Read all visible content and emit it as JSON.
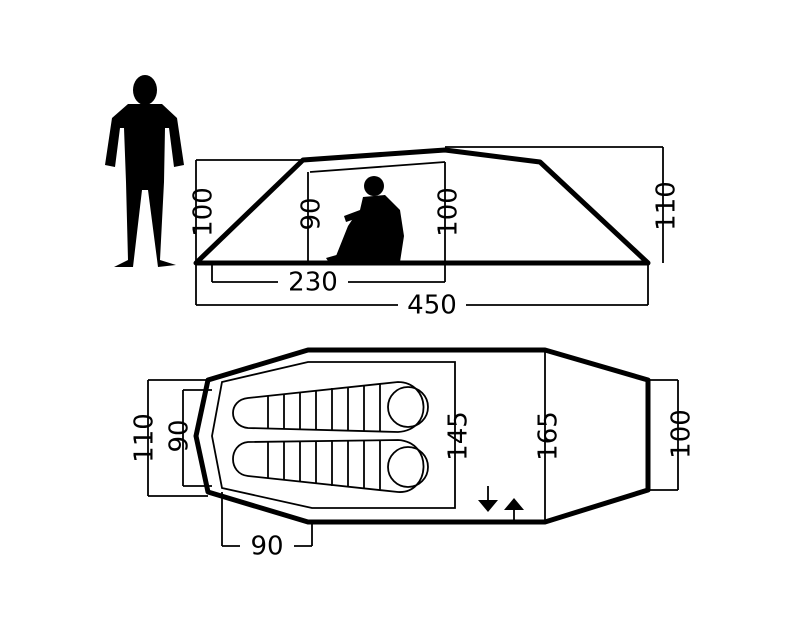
{
  "colors": {
    "stroke": "#000000",
    "background": "#ffffff"
  },
  "icons": {
    "standing_person": "standing-person-icon",
    "sitting_person": "sitting-person-icon",
    "sleeping_bag": "sleeping-bag-icon",
    "entrance_arrows": "entrance-arrows-icon"
  },
  "side_view": {
    "left_height": "100",
    "inner_door_height": "90",
    "inner_peak_height": "100",
    "right_height": "110",
    "inner_length": "230",
    "total_length": "450"
  },
  "top_view": {
    "foot_outer_width": "110",
    "foot_inner_width": "90",
    "inner_head_width": "145",
    "vestibule_width": "165",
    "rear_width": "100",
    "foot_depth": "90"
  }
}
